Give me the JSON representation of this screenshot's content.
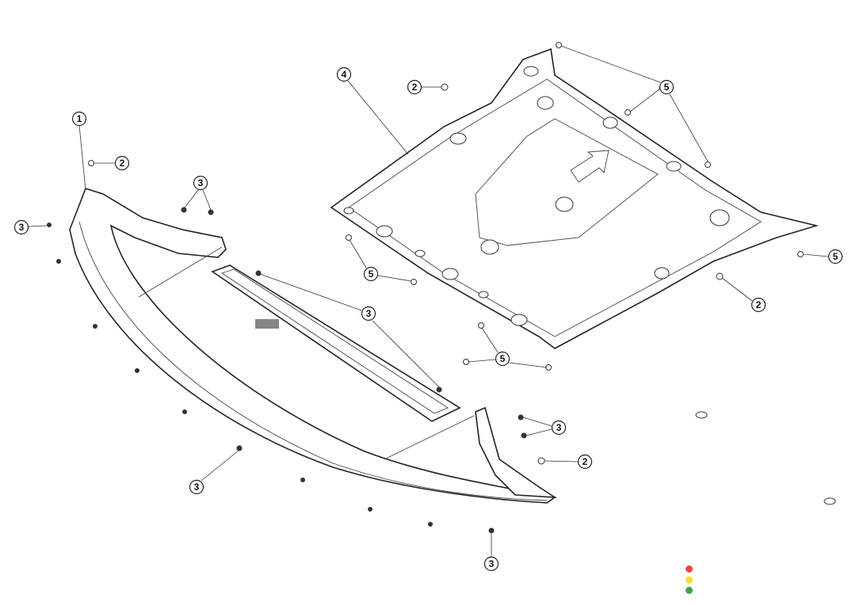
{
  "diagram": {
    "callouts": [
      {
        "id": "c1",
        "label": "1"
      },
      {
        "id": "c2a",
        "label": "2"
      },
      {
        "id": "c3a",
        "label": "3"
      },
      {
        "id": "c3b",
        "label": "3"
      },
      {
        "id": "c4",
        "label": "4"
      },
      {
        "id": "c2b",
        "label": "2"
      },
      {
        "id": "c5a",
        "label": "5"
      },
      {
        "id": "c5b",
        "label": "5"
      },
      {
        "id": "c5c",
        "label": "5"
      },
      {
        "id": "c3c",
        "label": "3"
      },
      {
        "id": "c2c",
        "label": "2"
      },
      {
        "id": "c5d",
        "label": "5"
      },
      {
        "id": "c3d",
        "label": "3"
      },
      {
        "id": "c2d",
        "label": "2"
      },
      {
        "id": "c3e",
        "label": "3"
      },
      {
        "id": "c3f",
        "label": "3"
      }
    ]
  },
  "status_dots": {
    "red": "#f44336",
    "yellow": "#fdd835",
    "green": "#43a047"
  }
}
